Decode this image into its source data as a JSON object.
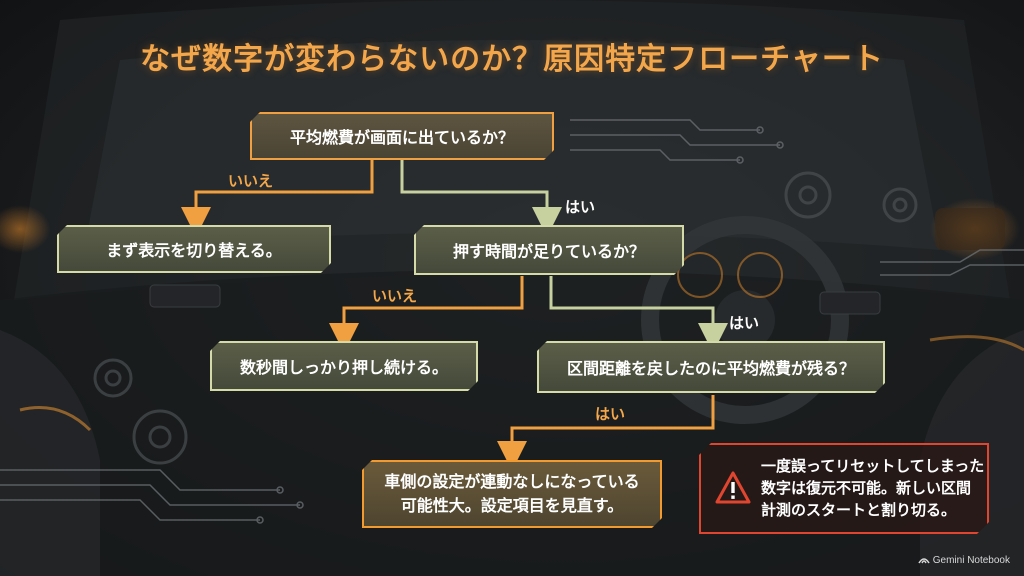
{
  "title": "なぜ数字が変わらないのか？原因特定フローチャート",
  "nodes": {
    "q1": "平均燃費が画面に出ているか？",
    "a1": "まず表示を切り替える。",
    "q2": "押す時間が足りているか？",
    "a2": "数秒間しっかり押し続ける。",
    "q3": "区間距離を戻したのに平均燃費が残る？",
    "final_line1": "車側の設定が連動なしになっている",
    "final_line2": "可能性大。設定項目を見直す。"
  },
  "edge_labels": {
    "q1_no": "いいえ",
    "q1_yes": "はい",
    "q2_no": "いいえ",
    "q2_yes": "はい",
    "q3_yes": "はい"
  },
  "warning": {
    "icon": "warning-triangle-icon",
    "line1": "一度誤ってリセットしてしまった",
    "line2": "数字は復元不可能。新しい区間",
    "line3": "計測のスタートと割り切る。"
  },
  "brand": "Gemini Notebook",
  "colors": {
    "accent": "#f3a64a",
    "node_border": "#d4dba8",
    "node_fill": "#4e5240",
    "yes_line": "#c7d1a0",
    "no_line": "#f0a040",
    "warning": "#e0452f"
  }
}
